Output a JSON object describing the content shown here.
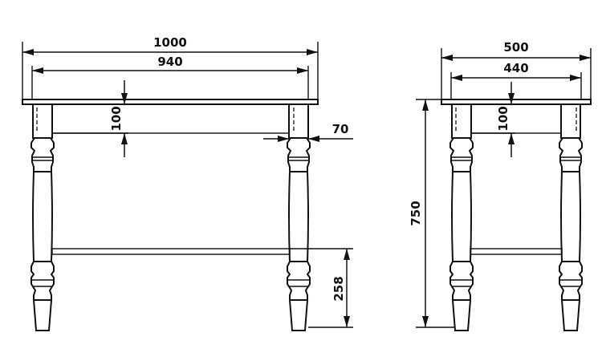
{
  "front_view": {
    "overall_width": "1000",
    "inner_width": "940",
    "apron_height": "100",
    "leg_width": "70",
    "stretcher_height": "258"
  },
  "side_view": {
    "overall_depth": "500",
    "inner_depth": "440",
    "apron_height": "100",
    "table_height": "750"
  }
}
